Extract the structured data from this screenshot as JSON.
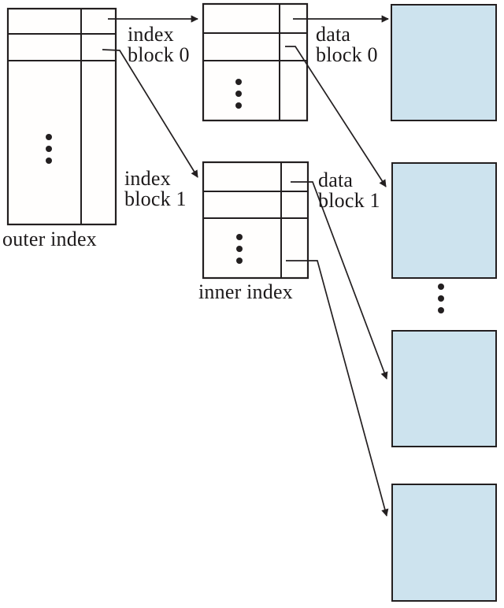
{
  "labels": {
    "index_block_0": [
      "index",
      "block 0"
    ],
    "index_block_1": [
      "index",
      "block 1"
    ],
    "data_block_0": [
      "data",
      "block 0"
    ],
    "data_block_1": [
      "data",
      "block 1"
    ],
    "outer_index": "outer index",
    "inner_index": "inner index"
  },
  "colors": {
    "data_block_fill": "#cde3ee",
    "line": "#231f20"
  }
}
